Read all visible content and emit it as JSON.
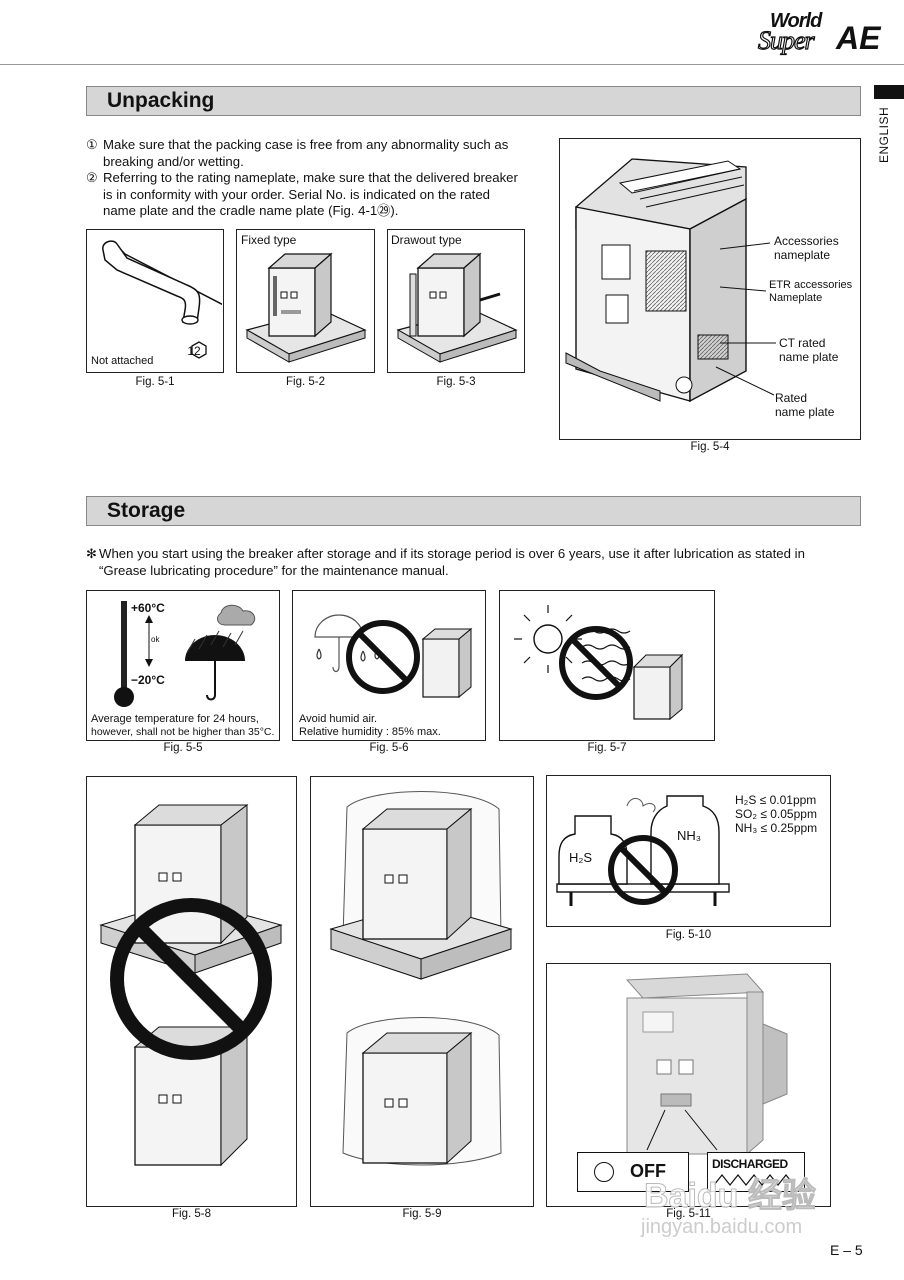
{
  "header": {
    "logo_world": "World",
    "logo_super": "Super",
    "logo_ae": "AE",
    "side_label": "ENGLISH"
  },
  "unpacking": {
    "title": "Unpacking",
    "items": [
      {
        "num": "①",
        "lines": [
          "Make sure that the packing case is free from any abnormality such as",
          "breaking and/or wetting."
        ]
      },
      {
        "num": "②",
        "lines": [
          "Referring to the rating nameplate, make sure that the delivered breaker",
          "is in conformity with your order.  Serial No. is indicated on the rated",
          "name plate and the cradle name plate (Fig. 4-1㉙)."
        ]
      }
    ],
    "fig1": {
      "caption": "Fig. 5-1",
      "note": "Not attached",
      "badge": "12"
    },
    "fig2": {
      "caption": "Fig. 5-2",
      "label": "Fixed type"
    },
    "fig3": {
      "caption": "Fig. 5-3",
      "label": "Drawout type"
    },
    "fig4": {
      "caption": "Fig. 5-4",
      "labels": [
        "Accessories\nnameplate",
        "ETR accessories\nNameplate",
        "CT rated\nname plate",
        "Rated\nname plate"
      ]
    }
  },
  "storage": {
    "title": "Storage",
    "note_mark": "✻",
    "note_lines": [
      "When you start using the breaker after storage and if its storage period is over 6 years, use it after lubrication as stated in",
      "“Grease lubricating procedure” for the maintenance manual."
    ],
    "fig5": {
      "caption": "Fig. 5-5",
      "top_temp": "+60°C",
      "ok": "ok",
      "bottom_temp": "−20°C",
      "text1": "Average temperature for 24 hours,",
      "text2": "however, shall not be higher than 35°C."
    },
    "fig6": {
      "caption": "Fig. 5-6",
      "text1": "Avoid humid air.",
      "text2": "Relative humidity : 85% max."
    },
    "fig7": {
      "caption": "Fig. 5-7"
    },
    "fig8": {
      "caption": "Fig. 5-8"
    },
    "fig9": {
      "caption": "Fig. 5-9"
    },
    "fig10": {
      "caption": "Fig. 5-10",
      "gas1": "H₂S ≤ 0.01ppm",
      "gas2": "SO₂ ≤ 0.05ppm",
      "gas3": "NH₃ ≤ 0.25ppm",
      "bottle1": "H₂S",
      "bottle2": "NH₃"
    },
    "fig11": {
      "caption": "Fig. 5-11",
      "off": "OFF",
      "discharged": "DISCHARGED"
    }
  },
  "footer": {
    "page": "E – 5",
    "watermark1": "Baidu 经验",
    "watermark2": "jingyan.baidu.com"
  }
}
